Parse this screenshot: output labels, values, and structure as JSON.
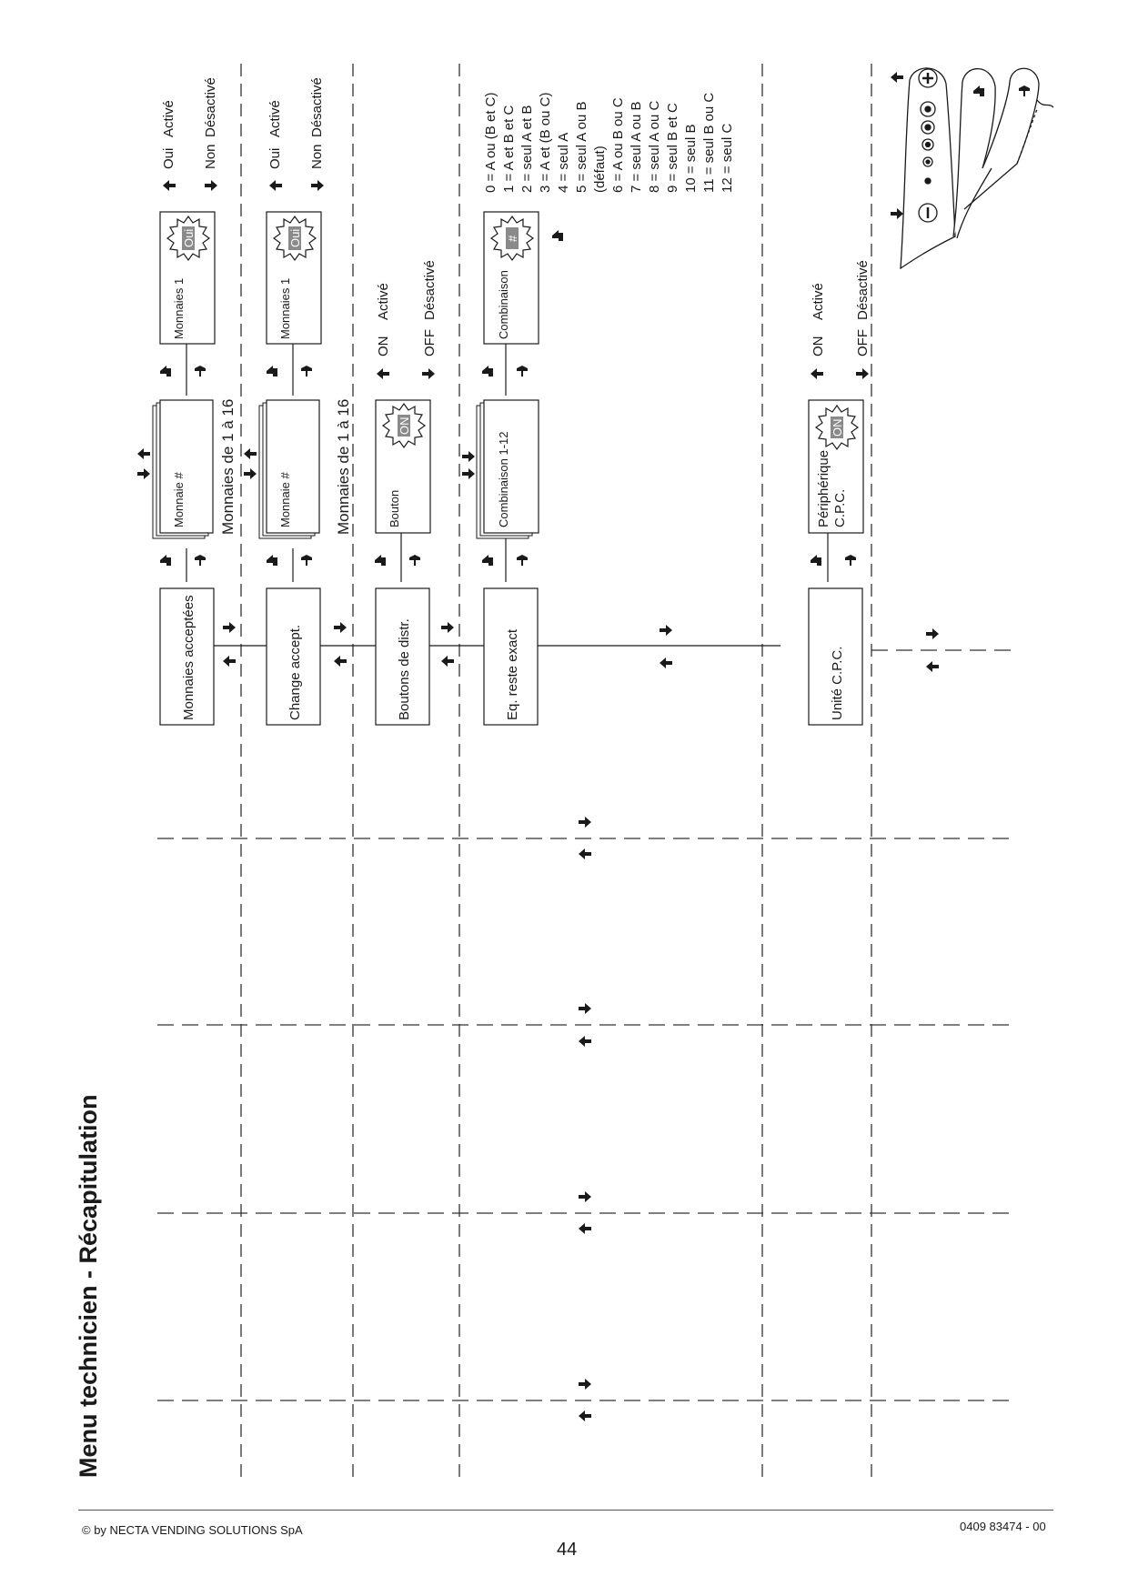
{
  "title": "Menu technicien - Récapitulation",
  "footer": {
    "copyright": "© by NECTA VENDING SOLUTIONS SpA",
    "doc_code": "0409 83474 - 00",
    "page_number": "44"
  },
  "colors": {
    "line": "#1a1a1a",
    "badge": "#8a8a8a"
  },
  "rows": {
    "monnaies": {
      "menu": "Monnaies acceptées",
      "sub": "Monnaie #",
      "range": "Monnaies de 1 à 16",
      "leaf": "Monnaies 1",
      "badge": "Oui",
      "opt_yes": "Oui",
      "opt_yes_desc": "Activé",
      "opt_no": "Non",
      "opt_no_desc": "Désactivé"
    },
    "change": {
      "menu": "Change accept.",
      "sub": "Monnaie #",
      "range": "Monnaies de 1 à 16",
      "leaf": "Monnaies 1",
      "badge": "Oui",
      "opt_yes": "Oui",
      "opt_yes_desc": "Activé",
      "opt_no": "Non",
      "opt_no_desc": "Désactivé"
    },
    "boutons": {
      "menu": "Boutons de distr.",
      "sub": "Bouton",
      "badge": "ON",
      "opt_on": "ON",
      "opt_on_desc": "Activé",
      "opt_off": "OFF",
      "opt_off_desc": "Désactivé"
    },
    "eq": {
      "menu": "Eq. reste exact",
      "sub": "Combinaison 1-12",
      "leaf": "Combinaison",
      "badge": "#",
      "combinations": [
        "0 = A ou (B et C)",
        "1 = A et B et C",
        "2 = seul A et B",
        "3 = A et (B ou C)",
        "4 = seul A",
        "5 = seul A ou B",
        "(défaut)",
        "6 = A ou B ou C",
        "7 = seul A ou B",
        "8 = seul A ou C",
        "9 = seul B et C",
        "10 = seul B",
        "11 = seul B ou C",
        "12 = seul C"
      ]
    },
    "cpc": {
      "menu": "Unité C.P.C.",
      "sub_line1": "Périphérique",
      "sub_line2": "C.P.C.",
      "badge": "ON",
      "opt_on": "ON",
      "opt_on_desc": "Activé",
      "opt_off": "OFF",
      "opt_off_desc": "Désactivé"
    }
  },
  "icons": [
    "arrow-right-icon",
    "arrow-left-icon",
    "enter-icon",
    "down-icon",
    "keypad-hand-icon",
    "plus-icon",
    "minus-icon"
  ]
}
